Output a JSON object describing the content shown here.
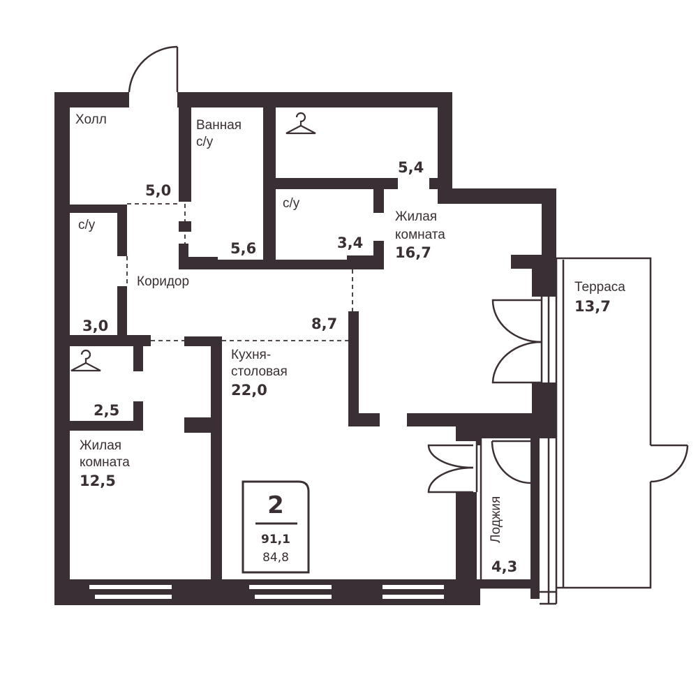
{
  "plan": {
    "wall_color": "#3a2f35",
    "rooms": [
      {
        "id": "hall",
        "name": "Холл",
        "area": "5,0"
      },
      {
        "id": "bath",
        "name": "Ванная\nс/у",
        "area": "5,6"
      },
      {
        "id": "closet_top",
        "name": "",
        "icon": "hanger-icon",
        "area": "5,4"
      },
      {
        "id": "wc_middle",
        "name": "с/у",
        "area": "3,4"
      },
      {
        "id": "living_1",
        "name": "Жилая\nкомната",
        "area": "16,7"
      },
      {
        "id": "wc_left",
        "name": "с/у",
        "area": "3,0"
      },
      {
        "id": "corridor",
        "name": "Коридор",
        "area": "8,7"
      },
      {
        "id": "kitchen",
        "name": "Кухня-\nстоловая",
        "area": "22,0"
      },
      {
        "id": "closet_left",
        "name": "",
        "icon": "hanger-icon",
        "area": "2,5"
      },
      {
        "id": "living_2",
        "name": "Жилая\nкомната",
        "area": "12,5"
      },
      {
        "id": "terrace",
        "name": "Терраса",
        "area": "13,7"
      },
      {
        "id": "loggia",
        "name": "Лоджия",
        "area": "4,3"
      }
    ]
  },
  "badge": {
    "rooms_count": "2",
    "total_area": "91,1",
    "living_area": "84,8"
  }
}
